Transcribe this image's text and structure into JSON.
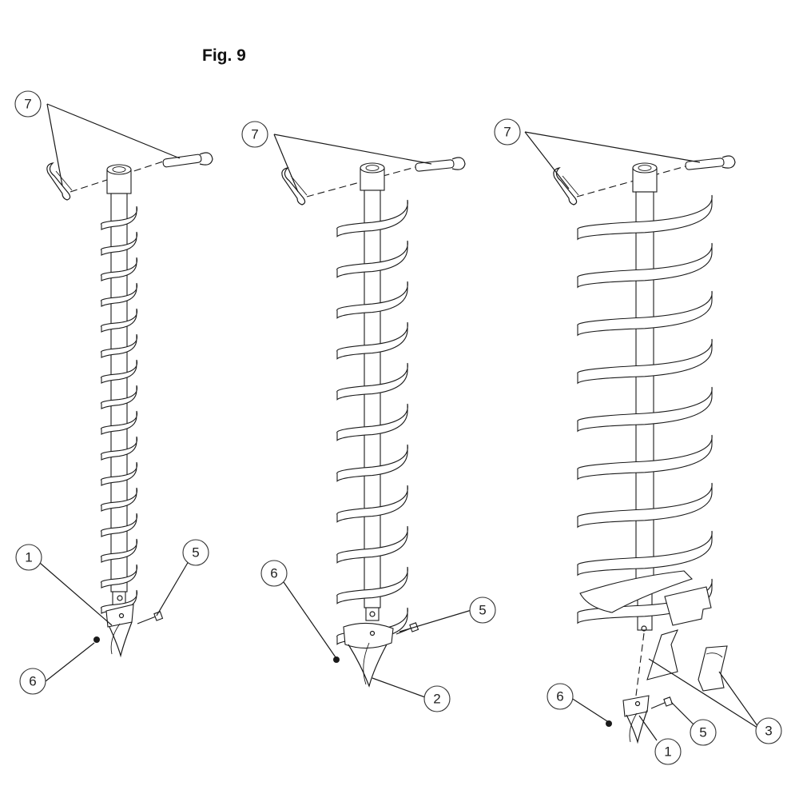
{
  "figure": {
    "title": "Fig. 9"
  },
  "callouts": {
    "a_pin": "7",
    "a_tip": "1",
    "a_bolt": "5",
    "a_nut": "6",
    "b_pin": "7",
    "b_nut": "6",
    "b_bolt": "5",
    "b_tip": "2",
    "c_pin": "7",
    "c_nut": "6",
    "c_bolt": "5",
    "c_tip": "1",
    "c_teeth": "3"
  }
}
